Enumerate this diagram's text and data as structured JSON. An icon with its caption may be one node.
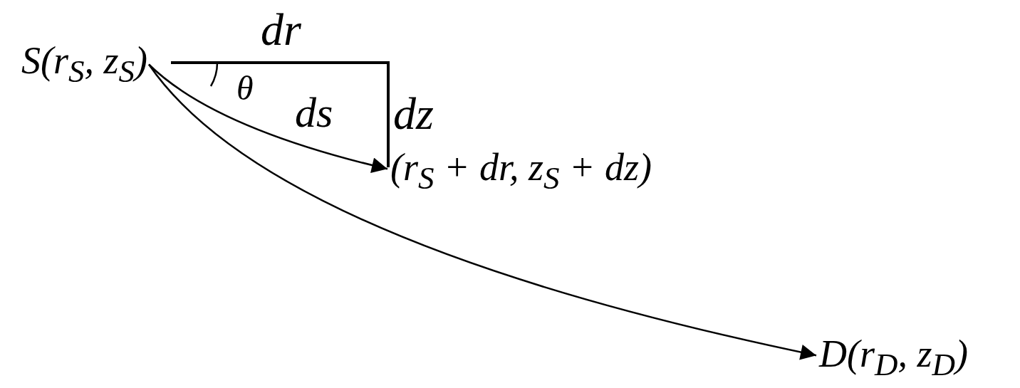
{
  "diagram": {
    "nodes": [
      {
        "text": [
          "S(r$_{S}$, z$_{S}$)"
        ]
      },
      {
        "text": [
          "(r$_{S}$ + dr, z$_{S}$ + dz)"
        ]
      },
      {
        "text": [
          "D(r$_{D}$, z$_{D}$)"
        ]
      }
    ],
    "edges": [
      {
        "from": 0,
        "to": 1,
        "arrow": "to",
        "label": "ds"
      },
      {
        "from": 0,
        "to": 2,
        "arrow": "to"
      }
    ],
    "labels": [
      "dr",
      "θ",
      "dz"
    ]
  }
}
